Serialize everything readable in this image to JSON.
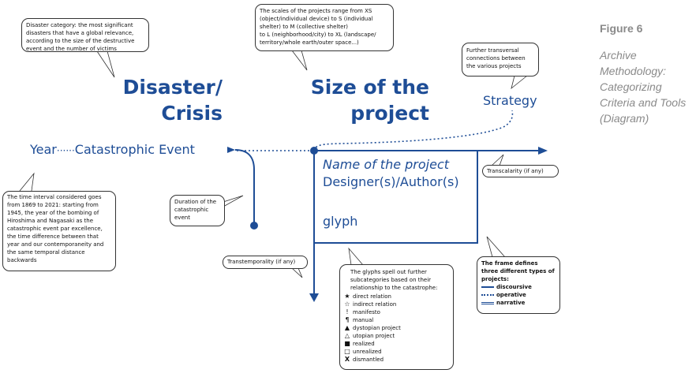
{
  "figure": {
    "label": "Figure 6",
    "caption_lines": [
      "Archive",
      "Methodology:",
      "Categorizing",
      "Criteria and Tools",
      "(Diagram)"
    ]
  },
  "headings": {
    "disaster": [
      "Disaster/",
      "Crisis"
    ],
    "size": [
      "Size of the",
      "project"
    ],
    "strategy": "Strategy"
  },
  "timeline": {
    "year": "Year",
    "separator": "······",
    "event": "Catastrophic Event"
  },
  "frame": {
    "name": "Name of the project",
    "designer": "Designer(s)/Author(s)",
    "glyph": "glyph"
  },
  "bubbles": {
    "disaster": "Disaster category: the most significant disasters that have a global relevance, according to the size of the destructive event and the number of victims",
    "size": [
      "The scales of the projects range from XS",
      "(object/individual device) to S (individual",
      "shelter) to M (collective shelter)",
      "to L (neighborhood/city) to XL (landscape/",
      "territory/whole earth/outer space...)"
    ],
    "strategy": "Further transversal connections between the various projects",
    "time_interval": "The time interval considered goes from 1869 to 2021: starting from 1945, the year of the bombing of Hiroshima and Nagasaki as the catastrophic event par excellence, the time difference between that year and our contemporaneity and the same temporal distance backwards",
    "duration": "Duration of the catastrophic event",
    "transtemporality": "Transtemporality (if any)",
    "transcalarity": "Transcalarity (if any)",
    "glyphs_intro": "The glyphs spell out further subcategories based on their relationship to the catastrophe:",
    "frame_intro": "The frame defines three different types of projects:"
  },
  "glyph_legend": [
    {
      "icon": "★",
      "label": "direct relation",
      "name": "filled-star-icon"
    },
    {
      "icon": "☆",
      "label": "indirect relation",
      "name": "outline-star-icon"
    },
    {
      "icon": "!",
      "label": "manifesto",
      "name": "exclamation-icon"
    },
    {
      "icon": "¶",
      "label": "manual",
      "name": "pilcrow-icon"
    },
    {
      "icon": "▲",
      "label": "dystopian project",
      "name": "filled-triangle-icon"
    },
    {
      "icon": "△",
      "label": "utopian project",
      "name": "outline-triangle-icon"
    },
    {
      "icon": "■",
      "label": "realized",
      "name": "filled-square-icon"
    },
    {
      "icon": "□",
      "label": "unrealized",
      "name": "outline-square-icon"
    },
    {
      "icon": "X",
      "label": "dismantled",
      "name": "x-icon"
    }
  ],
  "frame_types": [
    {
      "style": "solid",
      "label": "discoursive"
    },
    {
      "style": "dotted",
      "label": "operative"
    },
    {
      "style": "double",
      "label": "narrative"
    }
  ],
  "colors": {
    "accent": "#1e4d96",
    "caption": "#8a8a8a"
  }
}
